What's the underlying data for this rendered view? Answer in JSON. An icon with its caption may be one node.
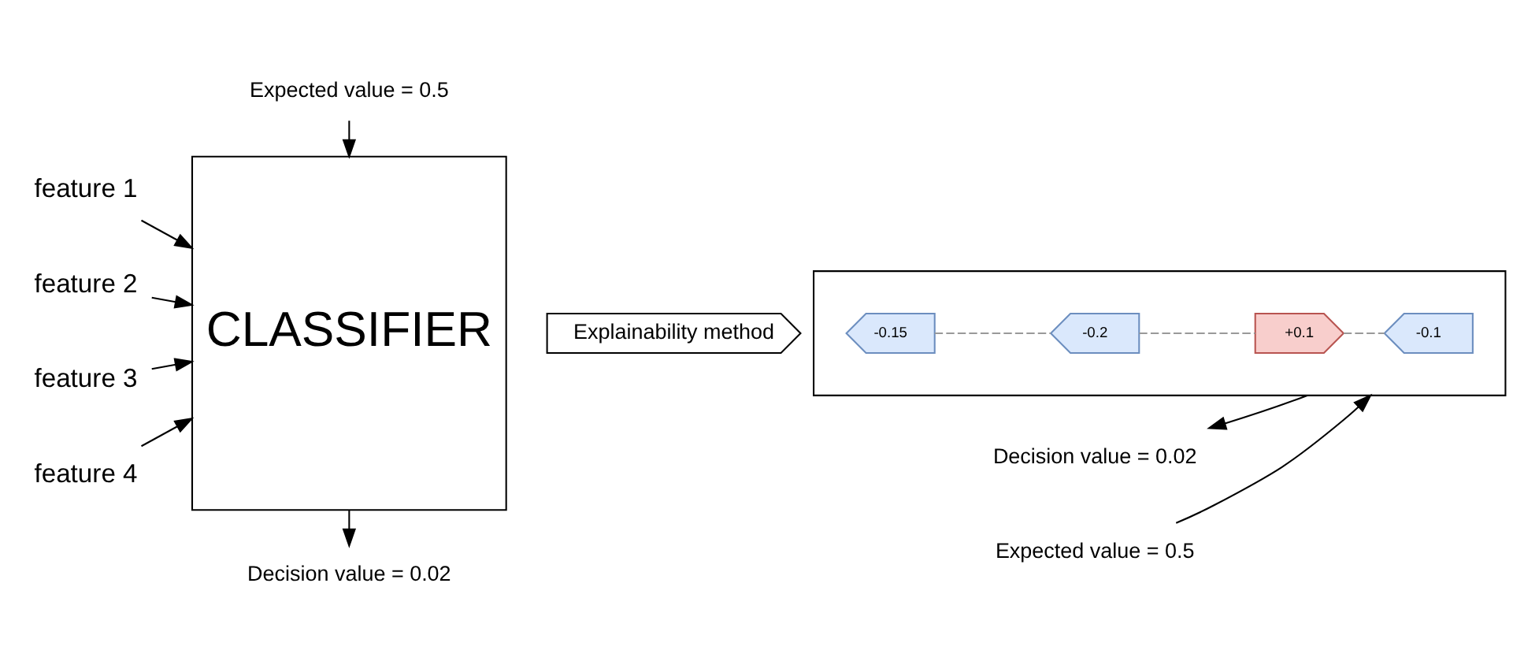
{
  "diagram": {
    "nodes": [
      {
        "text": [
          "feature 1"
        ]
      },
      {
        "text": [
          "feature 2"
        ]
      },
      {
        "text": [
          "feature 3"
        ]
      },
      {
        "text": [
          "feature 4"
        ]
      },
      {
        "text": [
          "CLASSIFIER"
        ]
      },
      {
        "text": [
          "Decision value = 0.02"
        ]
      },
      {
        "text": [
          "Expected value = 0.5"
        ]
      },
      {
        "text": [
          "Explainability method"
        ]
      },
      {
        "text": [],
        "shape": "box"
      },
      {
        "text": [
          "-0.15"
        ],
        "in": 8
      },
      {
        "text": [
          "-0.2"
        ],
        "in": 8
      },
      {
        "text": [
          "+0.1"
        ],
        "in": 8
      },
      {
        "text": [
          "-0.1"
        ],
        "in": 8
      },
      {
        "text": [
          "Decision value = 0.02"
        ]
      },
      {
        "text": [
          "Expected value = 0.5"
        ]
      }
    ],
    "edges": [
      {
        "from": 0,
        "to": 4,
        "arrow": "to"
      },
      {
        "from": 1,
        "to": 4,
        "arrow": "to"
      },
      {
        "from": 2,
        "to": 4,
        "arrow": "to"
      },
      {
        "from": 3,
        "to": 4,
        "arrow": "to"
      },
      {
        "from": 4,
        "to": 5,
        "arrow": "to"
      },
      {
        "from": 6,
        "to": 4,
        "arrow": "to"
      },
      {
        "from": 9,
        "to": 10,
        "arrow": "none",
        "style": "dashed",
        "color": "#999999"
      },
      {
        "from": 10,
        "to": 11,
        "arrow": "none",
        "style": "dashed",
        "color": "#999999"
      },
      {
        "from": 11,
        "to": 12,
        "arrow": "none",
        "style": "dashed",
        "color": "#999999"
      },
      {
        "from": 8,
        "to": 13,
        "arrow": "to"
      },
      {
        "from": 14,
        "to": 8,
        "arrow": "to"
      }
    ]
  }
}
